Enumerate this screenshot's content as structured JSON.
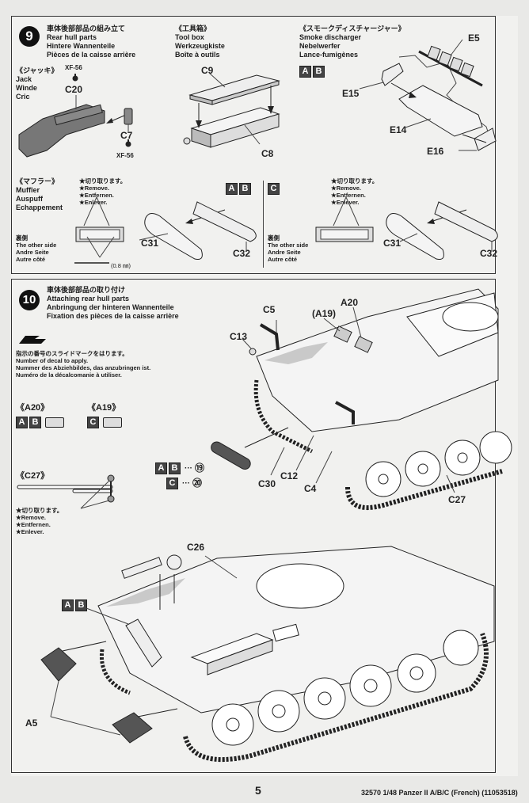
{
  "step9": {
    "number": "9",
    "title_jp": "車体後部部品の組み立て",
    "title_en": "Rear hull parts",
    "title_de": "Hintere Wannenteile",
    "title_fr": "Pièces de la caisse arrière",
    "jack": {
      "heading_jp": "《ジャッキ》",
      "label_en": "Jack",
      "label_de": "Winde",
      "label_fr": "Cric",
      "paint_top": "XF-56",
      "paint_bottom": "XF-56",
      "parts": [
        "C20",
        "C7"
      ]
    },
    "toolbox": {
      "heading_jp": "《工具箱》",
      "label_en": "Tool box",
      "label_de": "Werkzeugkiste",
      "label_fr": "Boîte à outils",
      "parts": [
        "C9",
        "C8"
      ]
    },
    "smoke": {
      "heading_jp": "《スモークディスチャージャー》",
      "label_en": "Smoke discharger",
      "label_de": "Nebelwerfer",
      "label_fr": "Lance-fumigènes",
      "variants": [
        "A",
        "B"
      ],
      "parts": [
        "E5",
        "E15",
        "E14",
        "E16"
      ]
    },
    "muffler": {
      "heading_jp": "《マフラー》",
      "label_en": "Muffler",
      "label_de": "Auspuff",
      "label_fr": "Echappement",
      "remove_jp": "★切り取ります。",
      "remove_en": "★Remove.",
      "remove_de": "★Entfernen.",
      "remove_fr": "★Enlever.",
      "other_side_jp": "裏側",
      "other_side_en": "The other side",
      "other_side_de": "Andre Seite",
      "other_side_fr": "Autre côté",
      "drill": "(0.8 ㎜)",
      "variant_ab": [
        "A",
        "B"
      ],
      "variant_c": [
        "C"
      ],
      "parts": [
        "C31",
        "C32"
      ]
    }
  },
  "step10": {
    "number": "10",
    "title_jp": "車体後部部品の取り付け",
    "title_en": "Attaching rear hull parts",
    "title_de": "Anbringung der hinteren Wannenteile",
    "title_fr": "Fixation des pièces de la caisse arrière",
    "decal_note_jp": "指示の番号のスライドマークをはります。",
    "decal_note_en": "Number of decal to apply.",
    "decal_note_de": "Nummer des Abziehbildes, das anzubringen ist.",
    "decal_note_fr": "Numéro de la décalcomanie à utiliser.",
    "a20": {
      "heading": "《A20》",
      "variants": [
        "A",
        "B"
      ]
    },
    "a19": {
      "heading": "《A19》",
      "variants": [
        "C"
      ]
    },
    "c27": {
      "heading": "《C27》",
      "remove_jp": "★切り取ります。",
      "remove_en": "★Remove.",
      "remove_de": "★Entfernen.",
      "remove_fr": "★Enlever."
    },
    "decal_map": [
      {
        "variants": [
          "A",
          "B"
        ],
        "decal": "⑲"
      },
      {
        "variants": [
          "C"
        ],
        "decal": "⑳"
      }
    ],
    "parts_upper": [
      "C5",
      "(A19)",
      "A20",
      "C13",
      "C30",
      "C12",
      "C4",
      "C27"
    ],
    "parts_lower": [
      "C26",
      "A5"
    ],
    "lower_variant": [
      "A",
      "B"
    ]
  },
  "footer": {
    "page_number": "5",
    "code": "32570 1/48 Panzer II A/B/C (French) (11053518)"
  }
}
